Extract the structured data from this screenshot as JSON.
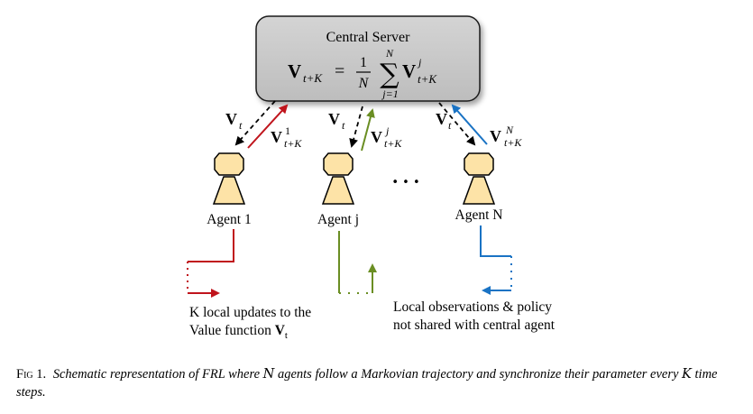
{
  "server": {
    "title": "Central Server",
    "formula_lhs": "V",
    "formula_lhs_sub": "t+K",
    "formula_eq": "=",
    "frac_num": "1",
    "frac_den": "N",
    "sum_sup": "N",
    "sum_sub": "j=1",
    "sum_sym": "∑",
    "term_main": "V",
    "term_sup": "j",
    "term_sub": "t+K"
  },
  "links": {
    "down_main": "V",
    "down_sub": "t",
    "up1_sup": "1",
    "upj_sup": "j",
    "upN_sup": "N",
    "up_sub": "t+K"
  },
  "agents": {
    "agent1": "Agent 1",
    "agentj": "Agent j",
    "agentN": "Agent N",
    "ellipsis": "• • •"
  },
  "notes": {
    "left_line1": "K local updates to the",
    "left_line2": "Value function ",
    "left_sym": "V",
    "left_sub": "t",
    "right_line1": "Local observations & policy",
    "right_line2": "not shared with central agent"
  },
  "caption": {
    "fig": "Fig 1.",
    "text1": "Schematic representation of FRL where",
    "sym_n": "N",
    "text2": "agents follow a Markovian trajectory and synchronize their parameter every",
    "sym_k": "K",
    "text3": "time steps."
  },
  "colors": {
    "red": "#c0141c",
    "green": "#6a8e23",
    "blue": "#1a73c4",
    "box_fill": "#c8c8c8",
    "agent_fill": "#fde3a7"
  }
}
